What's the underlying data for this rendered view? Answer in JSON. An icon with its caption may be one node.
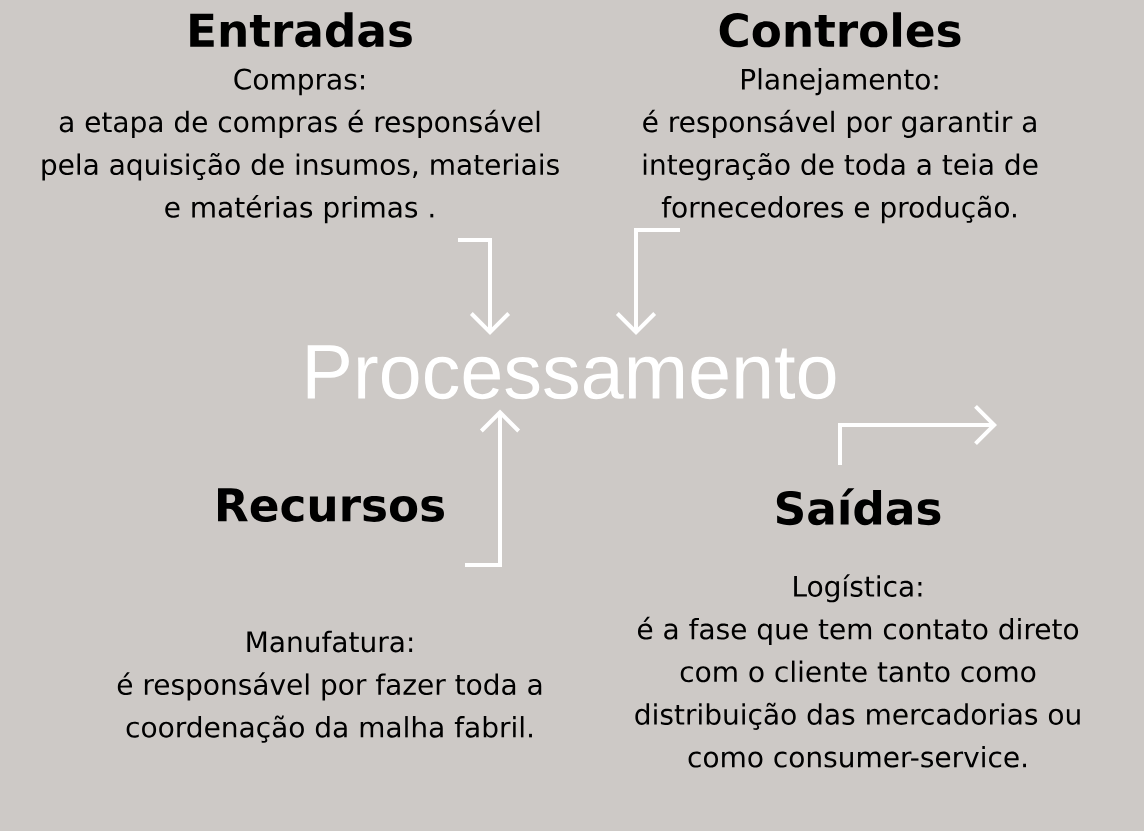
{
  "diagram": {
    "nodes": [
      {
        "text": [
          "Entradas",
          "Compras:",
          "a etapa de compras é responsável pela aquisição de insumos, materiais e matérias primas ."
        ]
      },
      {
        "text": [
          "Controles",
          "Planejamento:",
          "é responsável por garantir a integração de toda a teia de fornecedores e produção."
        ]
      },
      {
        "text": [
          "Processamento"
        ]
      },
      {
        "text": [
          "Recursos",
          "Manufatura:",
          "é responsável por fazer toda a coordenação da malha fabril."
        ]
      },
      {
        "text": [
          "Saídas",
          "Logística:",
          "é a fase que tem contato direto com o cliente tanto como distribuição das mercadorias ou como consumer-service."
        ]
      }
    ],
    "edges": [
      {
        "from": 0,
        "to": 2,
        "arrow": "to"
      },
      {
        "from": 1,
        "to": 2,
        "arrow": "to"
      },
      {
        "from": 3,
        "to": 2,
        "arrow": "to"
      },
      {
        "from": 2,
        "to": null,
        "arrow": "to"
      }
    ]
  }
}
